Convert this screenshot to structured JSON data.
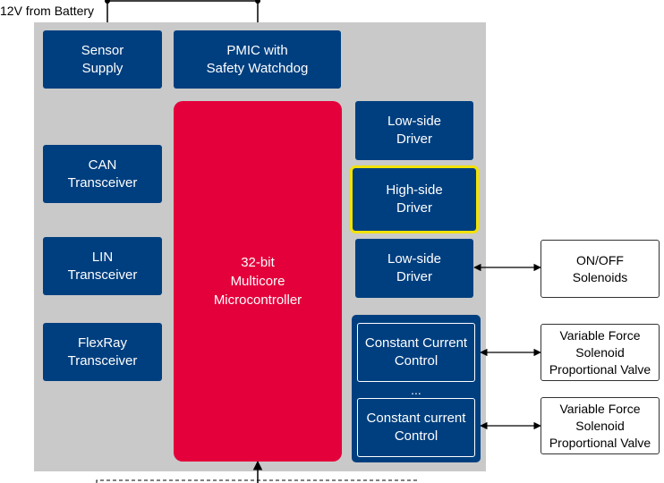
{
  "power": {
    "label": "12V from Battery"
  },
  "blocks": {
    "sensor_supply": "Sensor\nSupply",
    "pmic": "PMIC with\nSafety Watchdog",
    "can": "CAN\nTransceiver",
    "lin": "LIN\nTransceiver",
    "flexray": "FlexRay\nTransceiver",
    "mcu": "32-bit\nMulticore\nMicrocontroller",
    "low_side_1": "Low-side\nDriver",
    "high_side": "High-side\nDriver",
    "low_side_2": "Low-side\nDriver",
    "ccc_1": "Constant Current\nControl",
    "ccc_dots": "...",
    "ccc_2": "Constant current\nControl"
  },
  "external": {
    "onoff": "ON/OFF\nSolenoids",
    "vfs_1": "Variable Force\nSolenoid\nProportional Valve",
    "vfs_2": "Variable Force\nSolenoid\nProportional Valve"
  },
  "colors": {
    "block": "#003f7f",
    "mcu": "#e4003b",
    "panel": "#c9c9c9",
    "highlight": "#f2e200"
  }
}
